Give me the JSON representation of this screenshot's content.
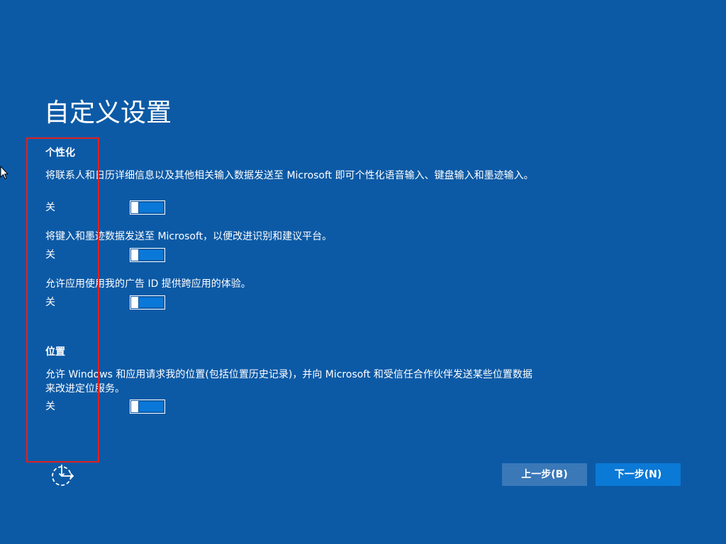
{
  "page": {
    "title": "自定义设置"
  },
  "personalization": {
    "heading": "个性化",
    "items": [
      {
        "description": "将联系人和日历详细信息以及其他相关输入数据发送至 Microsoft 即可个性化语音输入、键盘输入和墨迹输入。",
        "state_label": "关",
        "on": false
      },
      {
        "description": "将键入和墨迹数据发送至 Microsoft，以便改进识别和建议平台。",
        "state_label": "关",
        "on": false
      },
      {
        "description": "允许应用使用我的广告 ID 提供跨应用的体验。",
        "state_label": "关",
        "on": false
      }
    ]
  },
  "location": {
    "heading": "位置",
    "items": [
      {
        "description": "允许 Windows 和应用请求我的位置(包括位置历史记录)，并向 Microsoft 和受信任合作伙伴发送某些位置数据来改进定位服务。",
        "state_label": "关",
        "on": false
      }
    ]
  },
  "buttons": {
    "back": "上一步(B)",
    "next": "下一步(N)"
  },
  "icons": {
    "ease_of_access": "ease-of-access-icon",
    "cursor": "mouse-pointer-icon"
  },
  "colors": {
    "background": "#0c5aa6",
    "toggle_fill": "#0a78d8",
    "back_button": "#3a78b8",
    "next_button": "#0b79d6",
    "highlight": "#e02020"
  }
}
